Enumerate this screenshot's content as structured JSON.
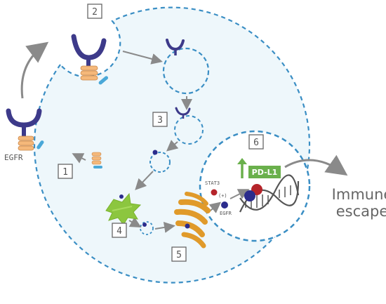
{
  "labels": {
    "egfr_outside": "EGFR",
    "stat3": "STAT3",
    "plus": "(+)",
    "egfr_nucleus": "EGFR",
    "pdl1": "PD-L1",
    "immune_line1": "Immune",
    "immune_line2": "escape"
  },
  "steps": [
    "1",
    "2",
    "3",
    "4",
    "5",
    "6"
  ],
  "colors": {
    "membrane": "#3a8ec4",
    "cytoplasm": "#eef7fb",
    "receptor": "#3d3a8a",
    "kinase": "#f5b87a",
    "kinase_tail": "#4aa8d8",
    "lysosome": "#8cc63f",
    "golgi": "#e09a2a",
    "stat3": "#b5242a",
    "pdl1_box": "#6ab04c",
    "arrow": "#8a8a8a"
  },
  "icons": [
    "receptor-icon",
    "kinase-domain-icon",
    "dna-helix-icon",
    "lysosome-icon",
    "golgi-icon"
  ]
}
